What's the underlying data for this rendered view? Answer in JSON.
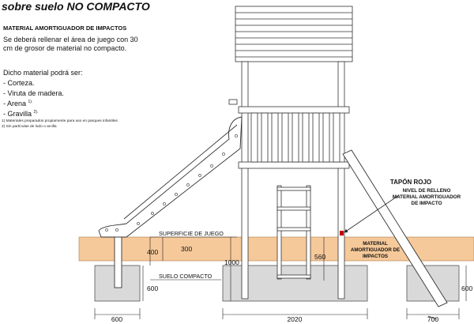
{
  "title": "sobre suelo NO COMPACTO",
  "heading": "MATERIAL AMORTIGUADOR DE IMPACTOS",
  "paragraph": "Se deberá rellenar el área de juego con 30 cm de grosor de material no compacto.",
  "list_title": "Dicho material podrá ser:",
  "materials": [
    {
      "text": "-  Corteza.",
      "sup": ""
    },
    {
      "text": "-  Viruta de madera.",
      "sup": ""
    },
    {
      "text": "-  Arena ",
      "sup": "1)."
    },
    {
      "text": "-  Gravilla ",
      "sup": "2)."
    }
  ],
  "footnotes": [
    "1) Materiales preparados propiamente para uso en parques infantiles",
    "2) Sin partículas de lodo o arcilla"
  ],
  "labels": {
    "tapon_rojo": "TAPÓN ROJO",
    "nivel_relleno": [
      "NIVEL DE RELLENO",
      "MATERIAL AMORTIGUADOR",
      "DE IMPACTO"
    ],
    "material_amortiguador": [
      "MATERIAL",
      "AMORTIGUADOR DE",
      "IMPACTOS"
    ],
    "superficie_juego": "SUPERFICIE DE JUEGO",
    "suelo_compacto": "SUELO COMPACTO"
  },
  "dimensions": {
    "d400": "400",
    "d300": "300",
    "d600_left": "600",
    "d1000": "1000",
    "d560": "560",
    "d600_right": "600",
    "w600": "600",
    "w2020": "2020",
    "w700": "700"
  },
  "colors": {
    "material_layer": "#f6c99a",
    "concrete": "#d9d9d9",
    "line": "#222222"
  }
}
